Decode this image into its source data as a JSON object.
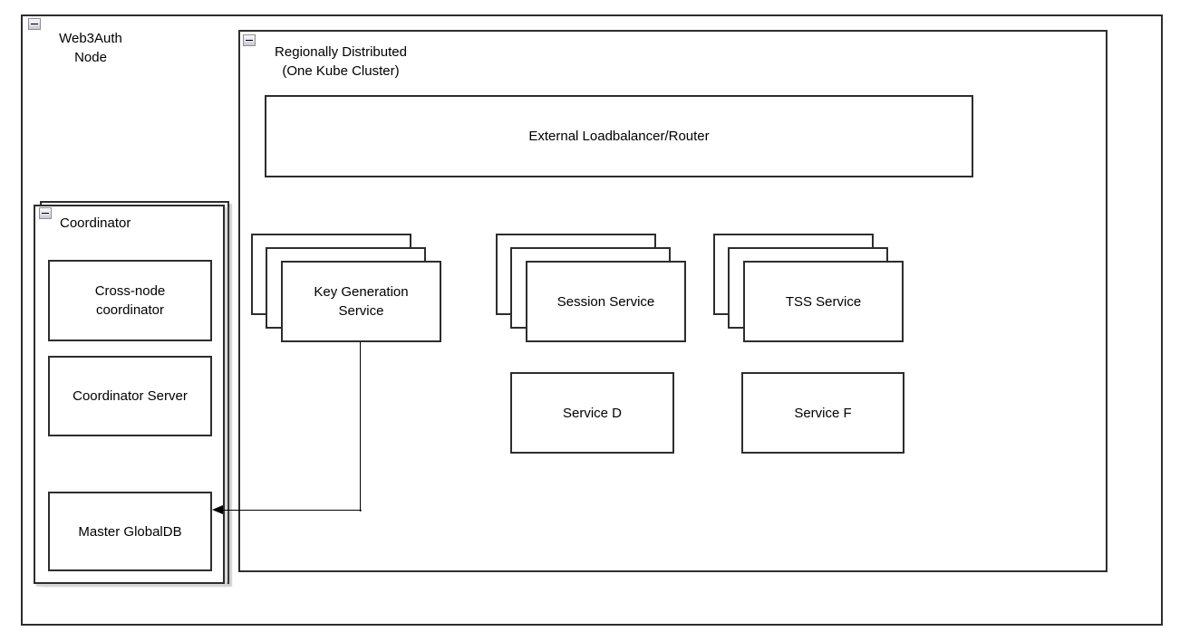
{
  "diagram": {
    "stroke_color": "#2d2d2d",
    "background_color": "#ffffff",
    "shadow_color": "#cfcfcf",
    "connector_color": "#000000"
  },
  "web3auth_container": {
    "label": "Web3Auth\nNode"
  },
  "kube_cluster_container": {
    "label": "Regionally Distributed\n(One Kube Cluster)"
  },
  "loadbalancer_box": {
    "label": "External Loadbalancer/Router"
  },
  "service_stacks": [
    {
      "label": "Key Generation\nService"
    },
    {
      "label": "Session Service"
    },
    {
      "label": "TSS Service"
    }
  ],
  "service_boxes": [
    {
      "label": "Service D"
    },
    {
      "label": "Service F"
    }
  ],
  "coordinator_container": {
    "label": "Coordinator",
    "boxes": [
      {
        "label": "Cross-node\ncoordinator"
      },
      {
        "label": "Coordinator Server"
      },
      {
        "label": "Master GlobalDB"
      }
    ]
  }
}
